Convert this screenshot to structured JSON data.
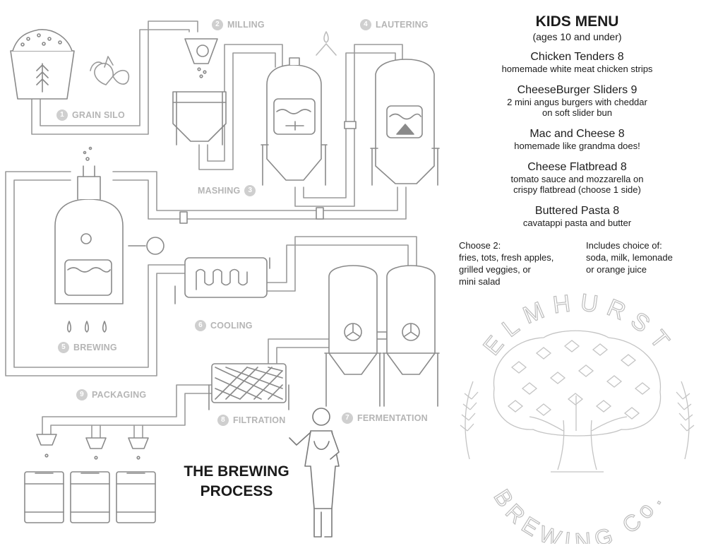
{
  "process": {
    "title_line1": "THE BREWING",
    "title_line2": "PROCESS",
    "steps": [
      {
        "num": "1",
        "label": "GRAIN SILO"
      },
      {
        "num": "2",
        "label": "MILLING"
      },
      {
        "num": "3",
        "label": "MASHING"
      },
      {
        "num": "4",
        "label": "LAUTERING"
      },
      {
        "num": "5",
        "label": "BREWING"
      },
      {
        "num": "6",
        "label": "COOLING"
      },
      {
        "num": "7",
        "label": "FERMENTATION"
      },
      {
        "num": "8",
        "label": "FILTRATION"
      },
      {
        "num": "9",
        "label": "PACKAGING"
      }
    ]
  },
  "menu": {
    "title": "KIDS MENU",
    "subtitle": "(ages 10 and under)",
    "items": [
      {
        "name": "Chicken Tenders  8",
        "desc": "homemade white meat chicken strips"
      },
      {
        "name": "CheeseBurger Sliders  9",
        "desc": "2 mini angus burgers with cheddar\non soft slider bun"
      },
      {
        "name": "Mac and Cheese  8",
        "desc": "homemade like grandma does!"
      },
      {
        "name": "Cheese Flatbread  8",
        "desc": "tomato sauce and mozzarella on\ncrispy flatbread (choose 1 side)"
      },
      {
        "name": "Buttered Pasta  8",
        "desc": "cavatappi pasta and butter"
      }
    ],
    "sides": {
      "heading": "Choose 2:",
      "options": "fries, tots, fresh apples,\ngrilled veggies, or\nmini salad"
    },
    "drinks": {
      "heading": "Includes choice of:",
      "options": "soda, milk, lemonade\nor orange juice"
    }
  },
  "logo": {
    "top_text": "ELMHURST",
    "bottom_text": "BREWING Co."
  },
  "colors": {
    "line": "#8a8a8a",
    "light_line": "#c9c9c9",
    "step_label": "#b5b5b5",
    "text": "#1c1c1c"
  }
}
